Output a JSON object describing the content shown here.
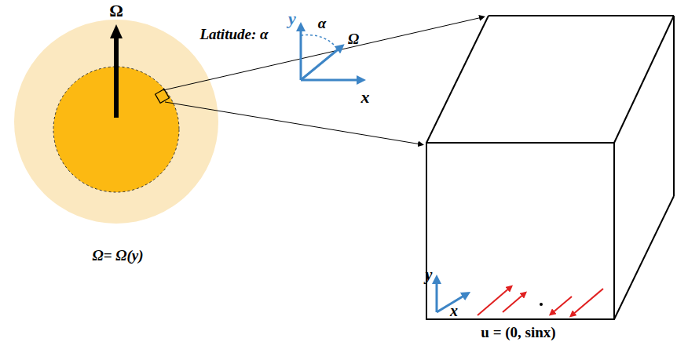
{
  "diagram": {
    "labels": [
      "Ω",
      "Latitude: α",
      "Ω= Ω(y)",
      "y",
      "α",
      "Ω",
      "x",
      "y",
      "x",
      "u = (0, sinx)"
    ]
  }
}
